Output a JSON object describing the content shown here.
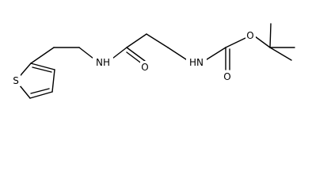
{
  "molecule": {
    "atom_labels": {
      "sulfur": "S",
      "amide_nh": "NH",
      "amide_o": "O",
      "carbamate_nh": "HN",
      "carbamate_o_double": "O",
      "carbamate_o_ester": "O"
    }
  }
}
